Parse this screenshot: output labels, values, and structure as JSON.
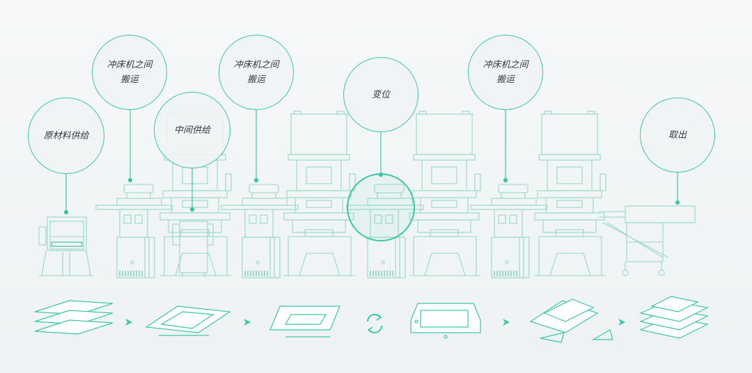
{
  "labels": {
    "raw_material_supply": "原材料供给",
    "transfer_1": "冲床机之间\n搬运",
    "middle_supply": "中间供给",
    "transfer_2": "冲床机之间\n搬运",
    "shift": "变位",
    "transfer_3": "冲床机之间\n搬运",
    "take_out": "取出"
  },
  "colors": {
    "accent": "#38c6a6",
    "line": "#8fd9c6",
    "text": "#2f3a40"
  }
}
